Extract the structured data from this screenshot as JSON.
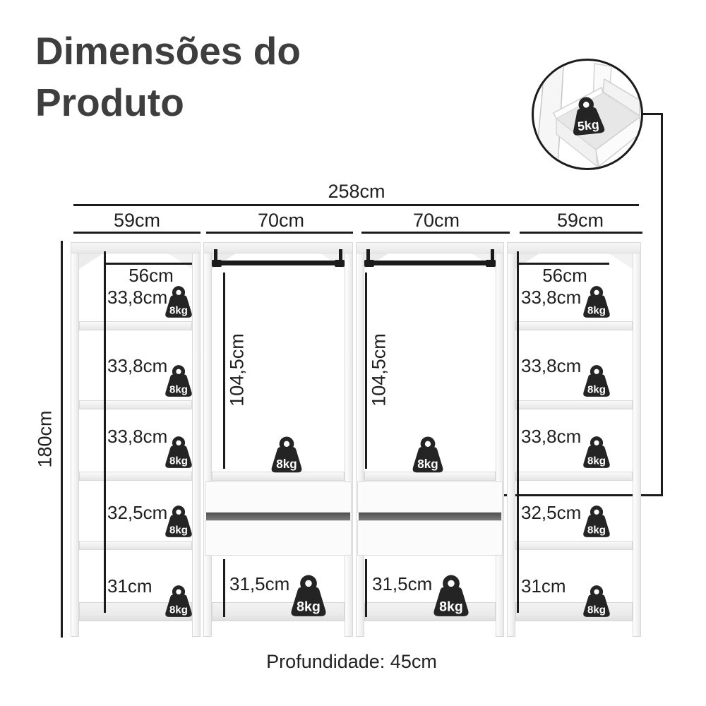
{
  "title": {
    "line1": "Dimensões do",
    "line2": "Produto"
  },
  "inset": {
    "capacity": "5kg"
  },
  "dims": {
    "total_width": "258cm",
    "section_widths": [
      "59cm",
      "70cm",
      "70cm",
      "59cm"
    ],
    "height": "180cm",
    "depth": "Profundidade: 45cm"
  },
  "side_column": {
    "inner_width": "56cm",
    "shelf_heights": [
      "33,8cm",
      "33,8cm",
      "33,8cm",
      "32,5cm",
      "31cm"
    ],
    "capacity": "8kg"
  },
  "middle_column": {
    "hanging_height": "104,5cm",
    "bottom_height": "31,5cm",
    "capacity": "8kg"
  }
}
